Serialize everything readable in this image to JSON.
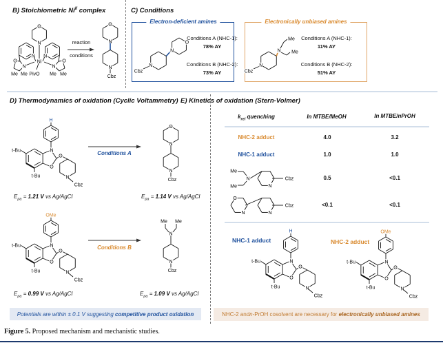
{
  "panels": {
    "b": {
      "title_prefix": "B) Stoichiometric Ni",
      "title_sup": "II",
      "title_suffix": " complex",
      "arrow_top": "reaction",
      "arrow_bottom": "conditions"
    },
    "c": {
      "title": "C) Conditions",
      "boxes": [
        {
          "title": "Electron-deficient amines",
          "color": "#1d4f9c",
          "cond_a": "Conditions A (NHC-1):",
          "yield_a": "78% AY",
          "cond_b": "Conditions B (NHC-2):",
          "yield_b": "73% AY"
        },
        {
          "title": "Electronically unbiased amines",
          "color": "#d98a2f",
          "cond_a": "Conditions A (NHC-1):",
          "yield_a": "11% AY",
          "cond_b": "Conditions B (NHC-2):",
          "yield_b": "51% AY"
        }
      ]
    },
    "d": {
      "title": "D) Thermodynamics of oxidation (Cyclic Voltammetry)",
      "conditions_a": "Conditions A",
      "conditions_b": "Conditions B",
      "potentials": [
        {
          "prefix": "E",
          "sub": "pa",
          "eq": " = ",
          "value": "1.21 V",
          "suffix": " vs Ag/AgCl"
        },
        {
          "prefix": "E",
          "sub": "pa",
          "eq": " = ",
          "value": "1.14 V",
          "suffix": " vs Ag/AgCl"
        },
        {
          "prefix": "E",
          "sub": "pa",
          "eq": " = ",
          "value": "0.99 V",
          "suffix": " vs Ag/AgCl"
        },
        {
          "prefix": "E",
          "sub": "pa",
          "eq": " = ",
          "value": "1.09 V",
          "suffix": " vs Ag/AgCl"
        }
      ],
      "note_plain": "Potentials are within ± 0.1 V suggesting ",
      "note_bold": "competitive product oxidation"
    },
    "e": {
      "title": "E) Kinetics of oxidation (Stern-Volmer)",
      "headers": {
        "k": "k",
        "k_sub": "rel",
        "k_rest": " quenching",
        "col2": "In MTBE/MeOH",
        "col3": "In MTBE/nPrOH"
      },
      "rows": [
        {
          "label": "NHC-2 adduct",
          "meoh": "4.0",
          "nproh": "3.2"
        },
        {
          "label": "NHC-1 adduct",
          "meoh": "1.0",
          "nproh": "1.0"
        },
        {
          "label": "",
          "meoh": "0.5",
          "nproh": "<0.1"
        },
        {
          "label": "",
          "meoh": "<0.1",
          "nproh": "<0.1"
        }
      ],
      "adduct1": "NHC-1 adduct",
      "adduct2": "NHC-2 adduct",
      "note_a": "NHC-2 and ",
      "note_n": "n",
      "note_b": "-PrOH cosolvent are necessary for ",
      "note_bold": "electronically unbiased amines"
    }
  },
  "atoms": {
    "N": "N",
    "O": "O",
    "Ni": "Ni",
    "Cbz": "Cbz",
    "tBu": "t-Bu",
    "Me": "Me",
    "H": "H",
    "OMe": "OMe",
    "PivO": "PivO"
  },
  "caption": {
    "label": "Figure 5.",
    "text": " Proposed mechanism and mechanistic studies."
  },
  "colors": {
    "blue": "#1d4f9c",
    "orange": "#d98a2f",
    "blue_note_bg": "#e3e9f3",
    "orange_note_bg": "#f5ebe3"
  }
}
